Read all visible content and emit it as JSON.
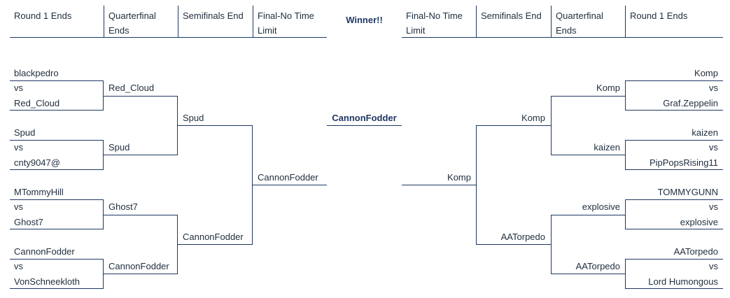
{
  "headers": {
    "left": [
      "Round 1 Ends",
      "Quarterfinal Ends",
      "Semifinals End",
      "Final-No Time Limit"
    ],
    "winner": "Winner!!",
    "right": [
      "Final-No Time Limit",
      "Semifinals End",
      "Quarterfinal Ends",
      "Round 1 Ends"
    ]
  },
  "left": {
    "round1": [
      {
        "a": "blackpedro",
        "vs": "vs",
        "b": "Red_Cloud"
      },
      {
        "a": "Spud",
        "vs": "vs",
        "b": "cnty9047@"
      },
      {
        "a": "MTommyHill",
        "vs": "vs",
        "b": "Ghost7"
      },
      {
        "a": "CannonFodder",
        "vs": "vs",
        "b": "VonSchneekloth"
      }
    ],
    "quarterfinal": [
      "Red_Cloud",
      "Spud",
      "Ghost7",
      "CannonFodder"
    ],
    "semifinal": [
      "Spud",
      "CannonFodder"
    ],
    "final": "CannonFodder"
  },
  "champion": "CannonFodder",
  "right": {
    "round1": [
      {
        "a": "Komp",
        "vs": "vs",
        "b": "Graf.Zeppelin"
      },
      {
        "a": "kaizen",
        "vs": "vs",
        "b": "PipPopsRising11"
      },
      {
        "a": "TOMMYGUNN",
        "vs": "vs",
        "b": "explosive"
      },
      {
        "a": "AATorpedo",
        "vs": "vs",
        "b": "Lord Humongous"
      }
    ],
    "quarterfinal": [
      "Komp",
      "kaizen",
      "explosive",
      "AATorpedo"
    ],
    "semifinal": [
      "Komp",
      "AATorpedo"
    ],
    "final": "Komp"
  }
}
